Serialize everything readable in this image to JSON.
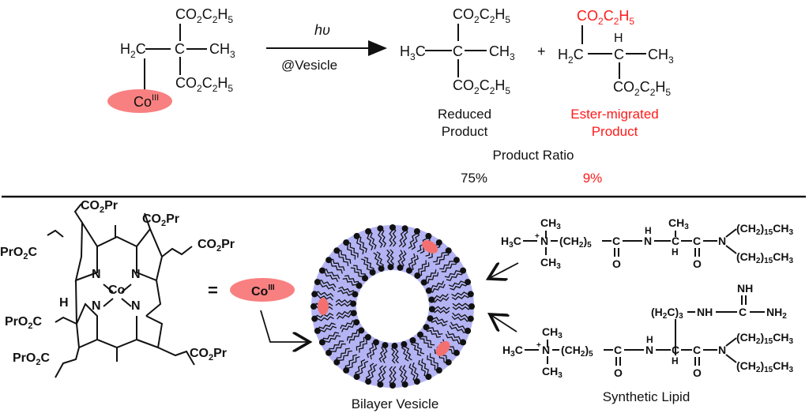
{
  "colors": {
    "accent_red": "#ff1a1a",
    "cobalt_ellipse": "#f98080",
    "vesicle_fill": "#b4b4f4",
    "ink": "#111111"
  },
  "reaction": {
    "reactant": {
      "top_group": "CO2C2H5",
      "left_group": "H2C",
      "center": "C",
      "right_group": "CH3",
      "bottom_group": "CO2C2H5",
      "metal": "Co",
      "metal_oxidation": "III"
    },
    "arrow": {
      "above": "hυ",
      "below": "@Vesicle"
    },
    "plus": "+",
    "reduced_product": {
      "top": "CO2C2H5",
      "left": "H3C",
      "center": "C",
      "right": "CH3",
      "bottom": "CO2C2H5",
      "label_line1": "Reduced",
      "label_line2": "Product",
      "ratio": "75%"
    },
    "ester_migrated_product": {
      "top": "CO2C2H5",
      "left": "H2C",
      "center_h": "H",
      "center": "C",
      "right": "CH3",
      "bottom": "CO2C2H5",
      "label_line1": "Ester-migrated",
      "label_line2": "Product",
      "ratio": "9%"
    },
    "ratio_title": "Product Ratio"
  },
  "cobalamin": {
    "substituents": [
      "CO2Pr",
      "CO2Pr",
      "PrO2C",
      "CO2Pr",
      "PrO2C",
      "PrO2C",
      "CO2Pr"
    ],
    "metal": "Co",
    "n_atoms": [
      "N",
      "N",
      "N",
      "N"
    ],
    "h_atom": "H",
    "equals": "=",
    "abbrev_metal": "Co",
    "abbrev_oxidation": "III"
  },
  "vesicle": {
    "label": "Bilayer Vesicle"
  },
  "lipids": {
    "label": "Synthetic Lipid",
    "lipid1": {
      "head_top": "CH3",
      "head_left": "H3C",
      "head_n": "N",
      "charge": "+",
      "head_bottom": "CH3",
      "linker": "(CH2)5",
      "carbonyl_c": "C",
      "carbonyl_o": "O",
      "amide_h": "H",
      "amide_n": "N",
      "alpha_c": "C",
      "alpha_h": "H",
      "side_chain": "CH3",
      "carbonyl2_c": "C",
      "carbonyl2_o": "O",
      "tail_n": "N",
      "tail1": "(CH2)15CH3",
      "tail2": "(CH2)15CH3"
    },
    "lipid2": {
      "head_top": "CH3",
      "head_left": "H3C",
      "head_n": "N",
      "charge": "+",
      "head_bottom": "CH3",
      "linker": "(CH2)5",
      "carbonyl_c": "C",
      "carbonyl_o": "O",
      "amide_h": "H",
      "amide_n": "N",
      "alpha_c": "C",
      "alpha_h": "H",
      "side_chain": "(H2C)3",
      "guan_nh": "NH",
      "guan_c": "C",
      "guan_imine": "NH",
      "guan_nh2": "NH2",
      "carbonyl2_c": "C",
      "carbonyl2_o": "O",
      "tail_n": "N",
      "tail1": "(CH2)15CH3",
      "tail2": "(CH2)15CH3"
    }
  }
}
